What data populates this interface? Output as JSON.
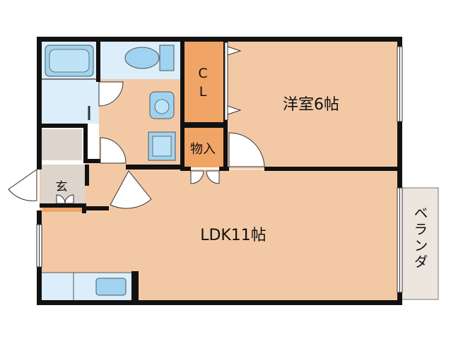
{
  "rooms": {
    "western_room": "洋室6帖",
    "ldk": "LDK11帖",
    "closet_c": "C",
    "closet_l": "L",
    "storage": "物入",
    "entrance": "玄",
    "balcony": "ベランダ"
  },
  "colors": {
    "wall": "#111111",
    "floor": "#f3c9a5",
    "wet_area": "#dbeefa",
    "fixture": "#9fd3f0",
    "closet": "#f0a466",
    "entry_floor": "#ddd4cc",
    "balcony": "#ede6df"
  }
}
